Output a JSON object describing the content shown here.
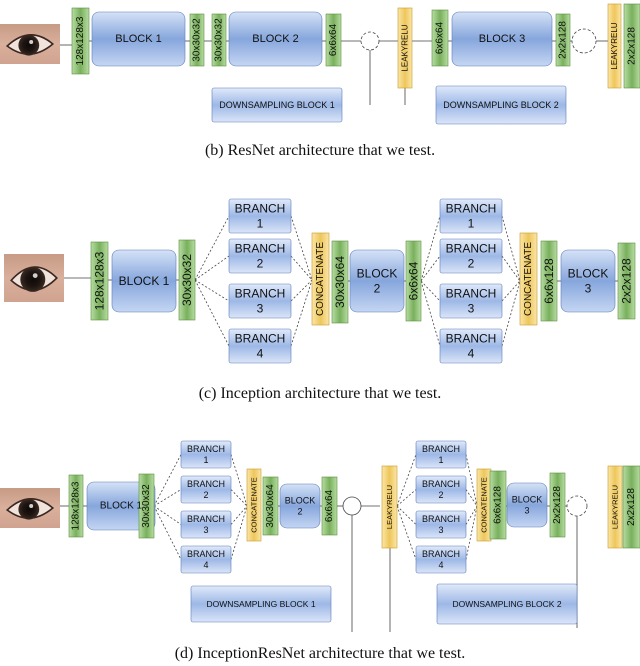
{
  "figures": [
    {
      "id": "b",
      "caption": "(b) ResNet architecture that we test.",
      "blocks": {
        "block1": "BLOCK 1",
        "block2": "BLOCK 2",
        "block3": "BLOCK 3",
        "ds1": "DOWNSAMPLING BLOCK 1",
        "ds2": "DOWNSAMPLING BLOCK 2"
      },
      "tensors": {
        "t1": "128x128x3",
        "t2": "30x30x32",
        "t3": "30x30x32",
        "t4": "6x6x64",
        "t5": "6x6x64",
        "t6": "2x2x128",
        "t7": "2x2x128"
      },
      "activations": {
        "a1": "LEAKYRELU",
        "a2": "LEAKYRELU"
      }
    },
    {
      "id": "c",
      "caption": "(c) Inception architecture that we test.",
      "blocks": {
        "block1": "BLOCK 1",
        "block2": "BLOCK 2",
        "block3": "BLOCK 3"
      },
      "branches": [
        "BRANCH 1",
        "BRANCH 2",
        "BRANCH 3",
        "BRANCH 4"
      ],
      "tensors": {
        "t1": "128x128x3",
        "t2": "30x30x32",
        "t3": "30x30x64",
        "t4": "6x6x64",
        "t5": "6x6x128",
        "t6": "2x2x128"
      },
      "concat": "CONCATENATE"
    },
    {
      "id": "d",
      "caption": "(d) InceptionResNet architecture that we test.",
      "blocks": {
        "block1": "BLOCK 1",
        "block2": "BLOCK 2",
        "block3": "BLOCK 3",
        "ds1": "DOWNSAMPLING BLOCK 1",
        "ds2": "DOWNSAMPLING BLOCK 2"
      },
      "branches": [
        "BRANCH 1",
        "BRANCH 2",
        "BRANCH 3",
        "BRANCH 4"
      ],
      "tensors": {
        "t1": "128x128x3",
        "t2": "30x30x32",
        "t3": "30x30x64",
        "t4": "6x6x64",
        "t5": "6x6x128",
        "t6": "2x2x128",
        "t7": "2x2x128"
      },
      "concat": "CONCATENATE",
      "activations": {
        "a1": "LEAKYRELU",
        "a2": "LEAKYRELU"
      }
    }
  ],
  "colors": {
    "block": "#7f9fd9",
    "block_light": "#c3d4f2",
    "tensor": "#8cbf72",
    "activation": "#f1cf6e",
    "line": "#444444"
  },
  "icons": {
    "eye_image": "eye-photo-icon",
    "sum_node": "circle-sum-icon"
  }
}
